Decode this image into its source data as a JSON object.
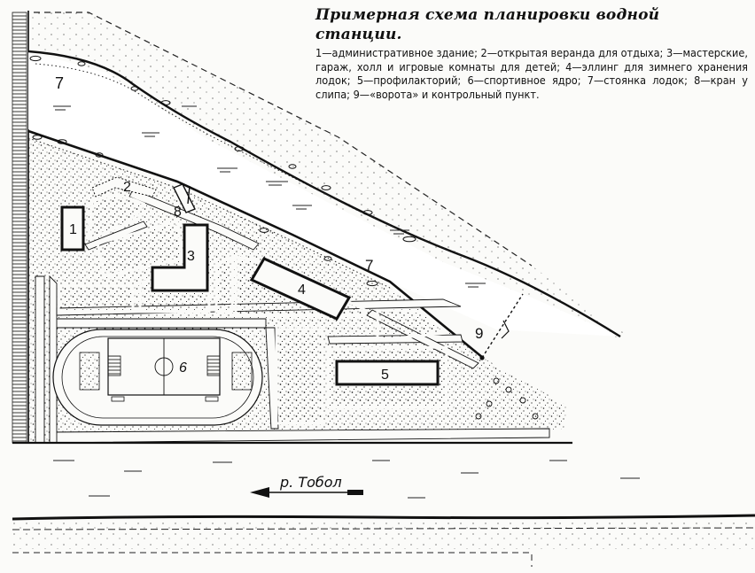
{
  "caption": {
    "title": "Примерная схема планировки водной станции.",
    "text": "1—административное здание; 2—открытая веранда для отдыха; 3—мастерские, гараж, холл и игровые комнаты для детей; 4—эллинг для зимнего хранения лодок; 5—профилакторий; 6—спортивное ядро; 7—стоянка лодок; 8—кран у слипа; 9—«ворота» и контрольный пункт."
  },
  "labels": {
    "n1": "1",
    "n2": "2",
    "n3": "3",
    "n4": "4",
    "n5": "5",
    "n6": "6",
    "n7_top": "7",
    "n7_mid": "7",
    "n8": "8",
    "n9": "9"
  },
  "river": {
    "name": "р. Тобол"
  },
  "colors": {
    "ink": "#111111",
    "paper": "#fbfbf9"
  }
}
